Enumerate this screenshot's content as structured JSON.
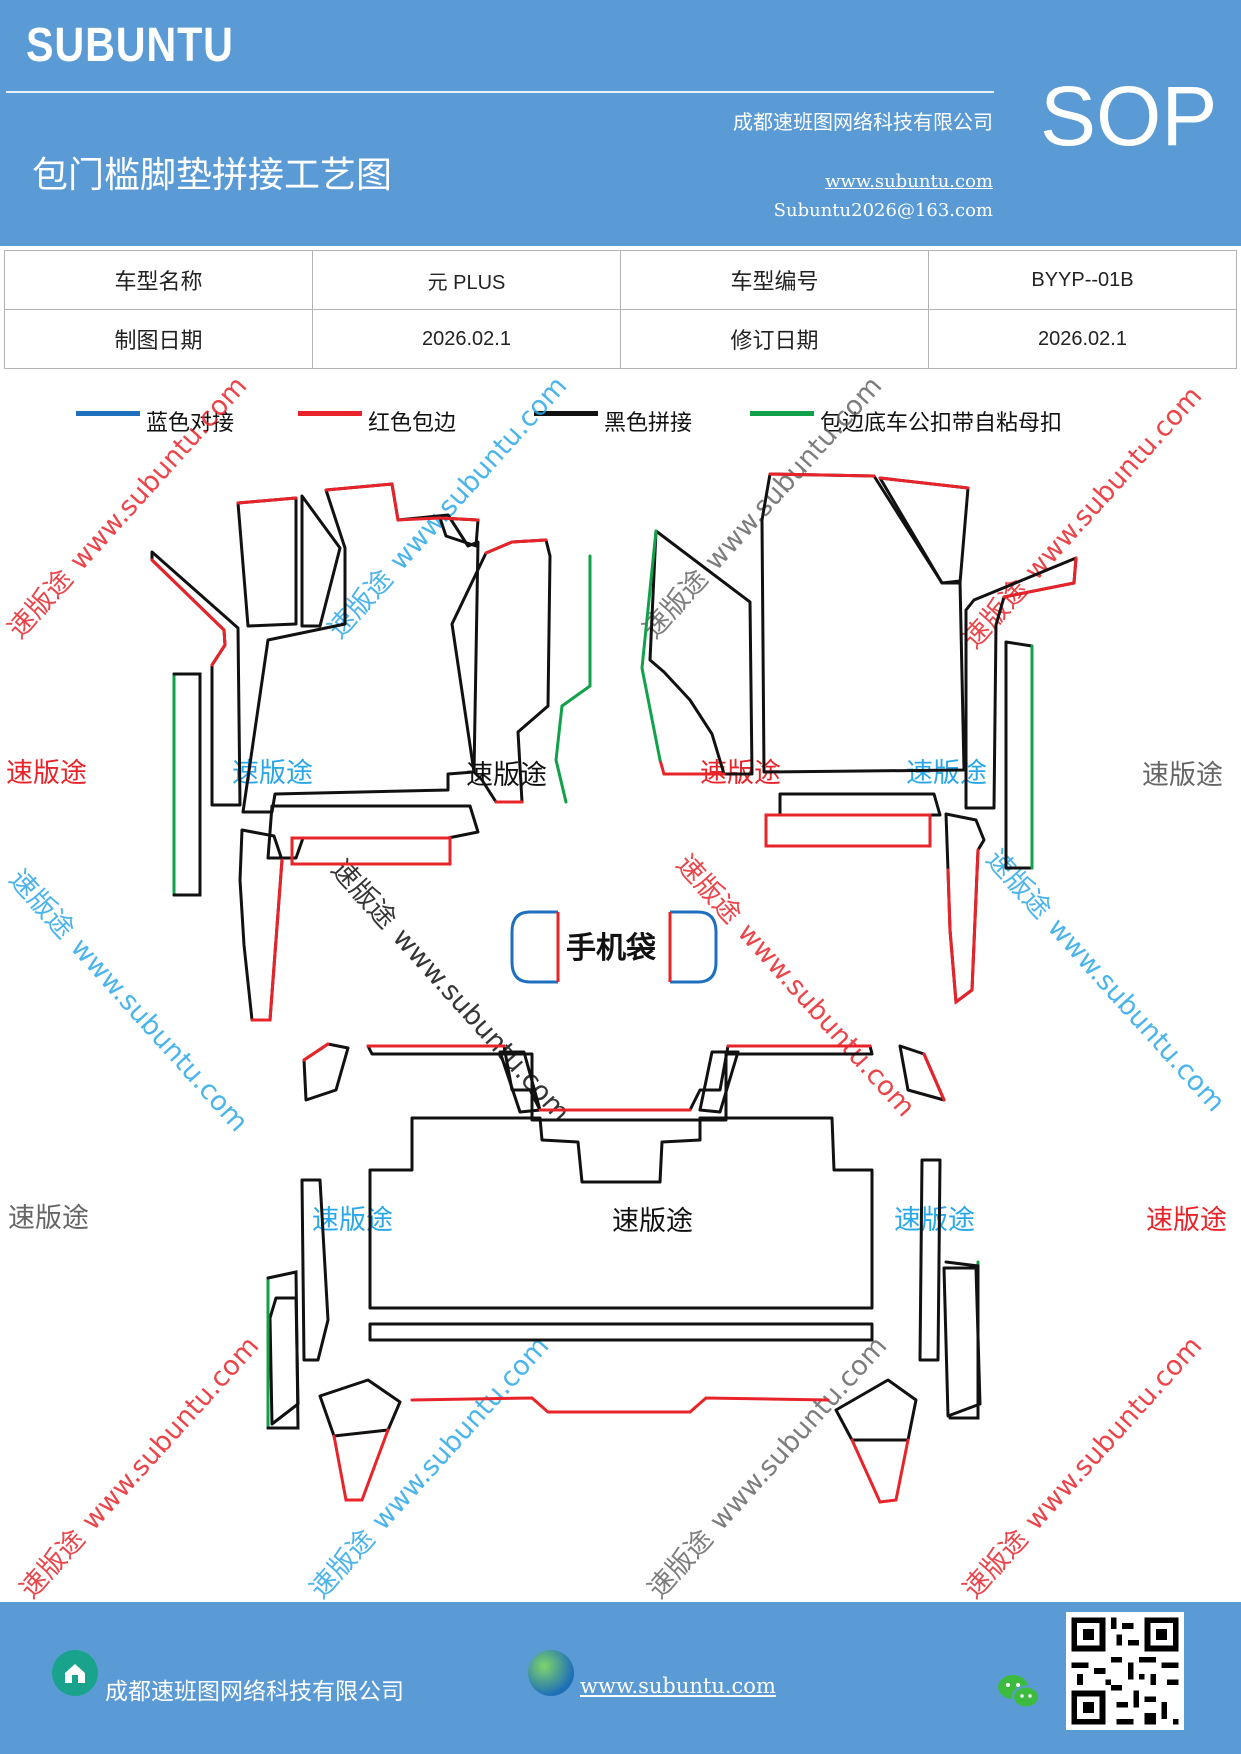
{
  "header": {
    "brand": "SUBUNTU",
    "doc_title": "包门槛脚垫拼接工艺图",
    "company": "成都速班图网络科技有限公司",
    "website": "www.subuntu.com",
    "email": "Subuntu2026@163.com",
    "sop": "SOP"
  },
  "info_table": {
    "model_name_label": "车型名称",
    "model_name": "元 PLUS",
    "model_code_label": "车型编号",
    "model_code": "BYYP--01B",
    "draw_date_label": "制图日期",
    "draw_date": "2026.02.1",
    "revise_date_label": "修订日期",
    "revise_date": "2026.02.1"
  },
  "legend": [
    {
      "label": "蓝色对接",
      "color": "#1f6fbf"
    },
    {
      "label": "红色包边",
      "color": "#e8242a"
    },
    {
      "label": "黑色拼接",
      "color": "#111111"
    },
    {
      "label": "包边底车公扣带自粘母扣",
      "color": "#11a14a"
    }
  ],
  "diagram": {
    "phone_bag": "手机袋",
    "watermark_word": "速版途",
    "watermark_url": "www.subuntu.com"
  },
  "footer": {
    "company": "成都速班图网络科技有限公司",
    "website": "www.subuntu.com"
  },
  "colors": {
    "header_bg": "#5b9bd5",
    "blue_line": "#1f6fbf",
    "red_line": "#e8242a",
    "black_line": "#111111",
    "green_line": "#11a14a"
  }
}
